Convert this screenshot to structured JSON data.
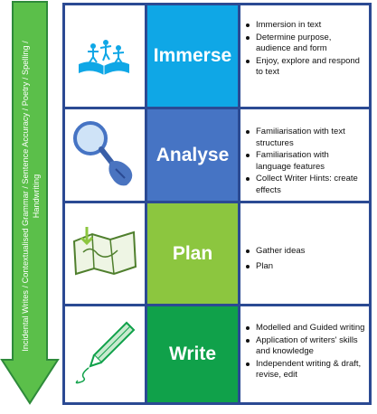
{
  "side_arrow": {
    "label": "Incidental  Writes / Contextualised Grammar / Sentence Accuracy  / Poetry / Spelling / Handwriting",
    "color": "#5bbf4a"
  },
  "stages": [
    {
      "name": "Immerse",
      "color": "#0fa7e6",
      "icon": "open-book-icon",
      "bullets": [
        "Immersion in text",
        "Determine purpose, audience and form",
        "Enjoy, explore and respond to text"
      ]
    },
    {
      "name": "Analyse",
      "color": "#4674c4",
      "icon": "magnifying-glass-icon",
      "bullets": [
        "Familiarisation with text structures",
        "Familiarisation with language features",
        "Collect Writer Hints: create effects"
      ]
    },
    {
      "name": "Plan",
      "color": "#8cc63f",
      "icon": "map-icon",
      "bullets": [
        "Gather ideas",
        "Plan"
      ]
    },
    {
      "name": "Write",
      "color": "#10a14a",
      "icon": "pencil-icon",
      "bullets": [
        "Modelled and Guided writing",
        "Application of writers' skills and knowledge",
        "Independent writing & draft, revise, edit"
      ]
    }
  ],
  "colors": {
    "border": "#2b4a93",
    "arrow_fill": "#5bbf4a",
    "arrow_stroke": "#2e8a3a"
  }
}
